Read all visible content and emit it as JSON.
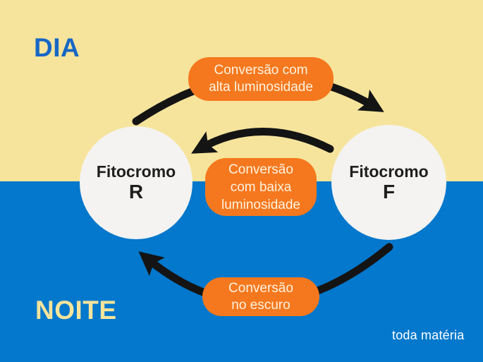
{
  "zones": {
    "day": "DIA",
    "night": "NOITE"
  },
  "nodes": {
    "left": {
      "name": "Fitocromo",
      "letter": "R"
    },
    "right": {
      "name": "Fitocromo",
      "letter": "F"
    }
  },
  "labels": {
    "top": {
      "line1": "Conversão com",
      "line2": "alta luminosidade"
    },
    "middle": {
      "line1": "Conversão",
      "line2": "com baixa",
      "line3": "luminosidade"
    },
    "bottom": {
      "line1": "Conversão",
      "line2": "no escuro"
    }
  },
  "watermark": "toda matéria",
  "icons": {
    "arrow_top": "curved-arrow-right-icon",
    "arrow_middle": "curved-arrow-left-icon",
    "arrow_bottom": "curved-arrow-up-left-icon"
  },
  "colors": {
    "day_background": "#f6e49c",
    "night_background": "#0378cc",
    "badge_orange": "#f5781e",
    "badge_text": "#fdf2df",
    "day_label_blue": "#1767c5",
    "night_label_cream": "#f6e49c",
    "node_fill": "#f4f3f1",
    "node_text": "#1e1e1e",
    "arrow_black": "#141414",
    "watermark_white": "#ffffff"
  }
}
